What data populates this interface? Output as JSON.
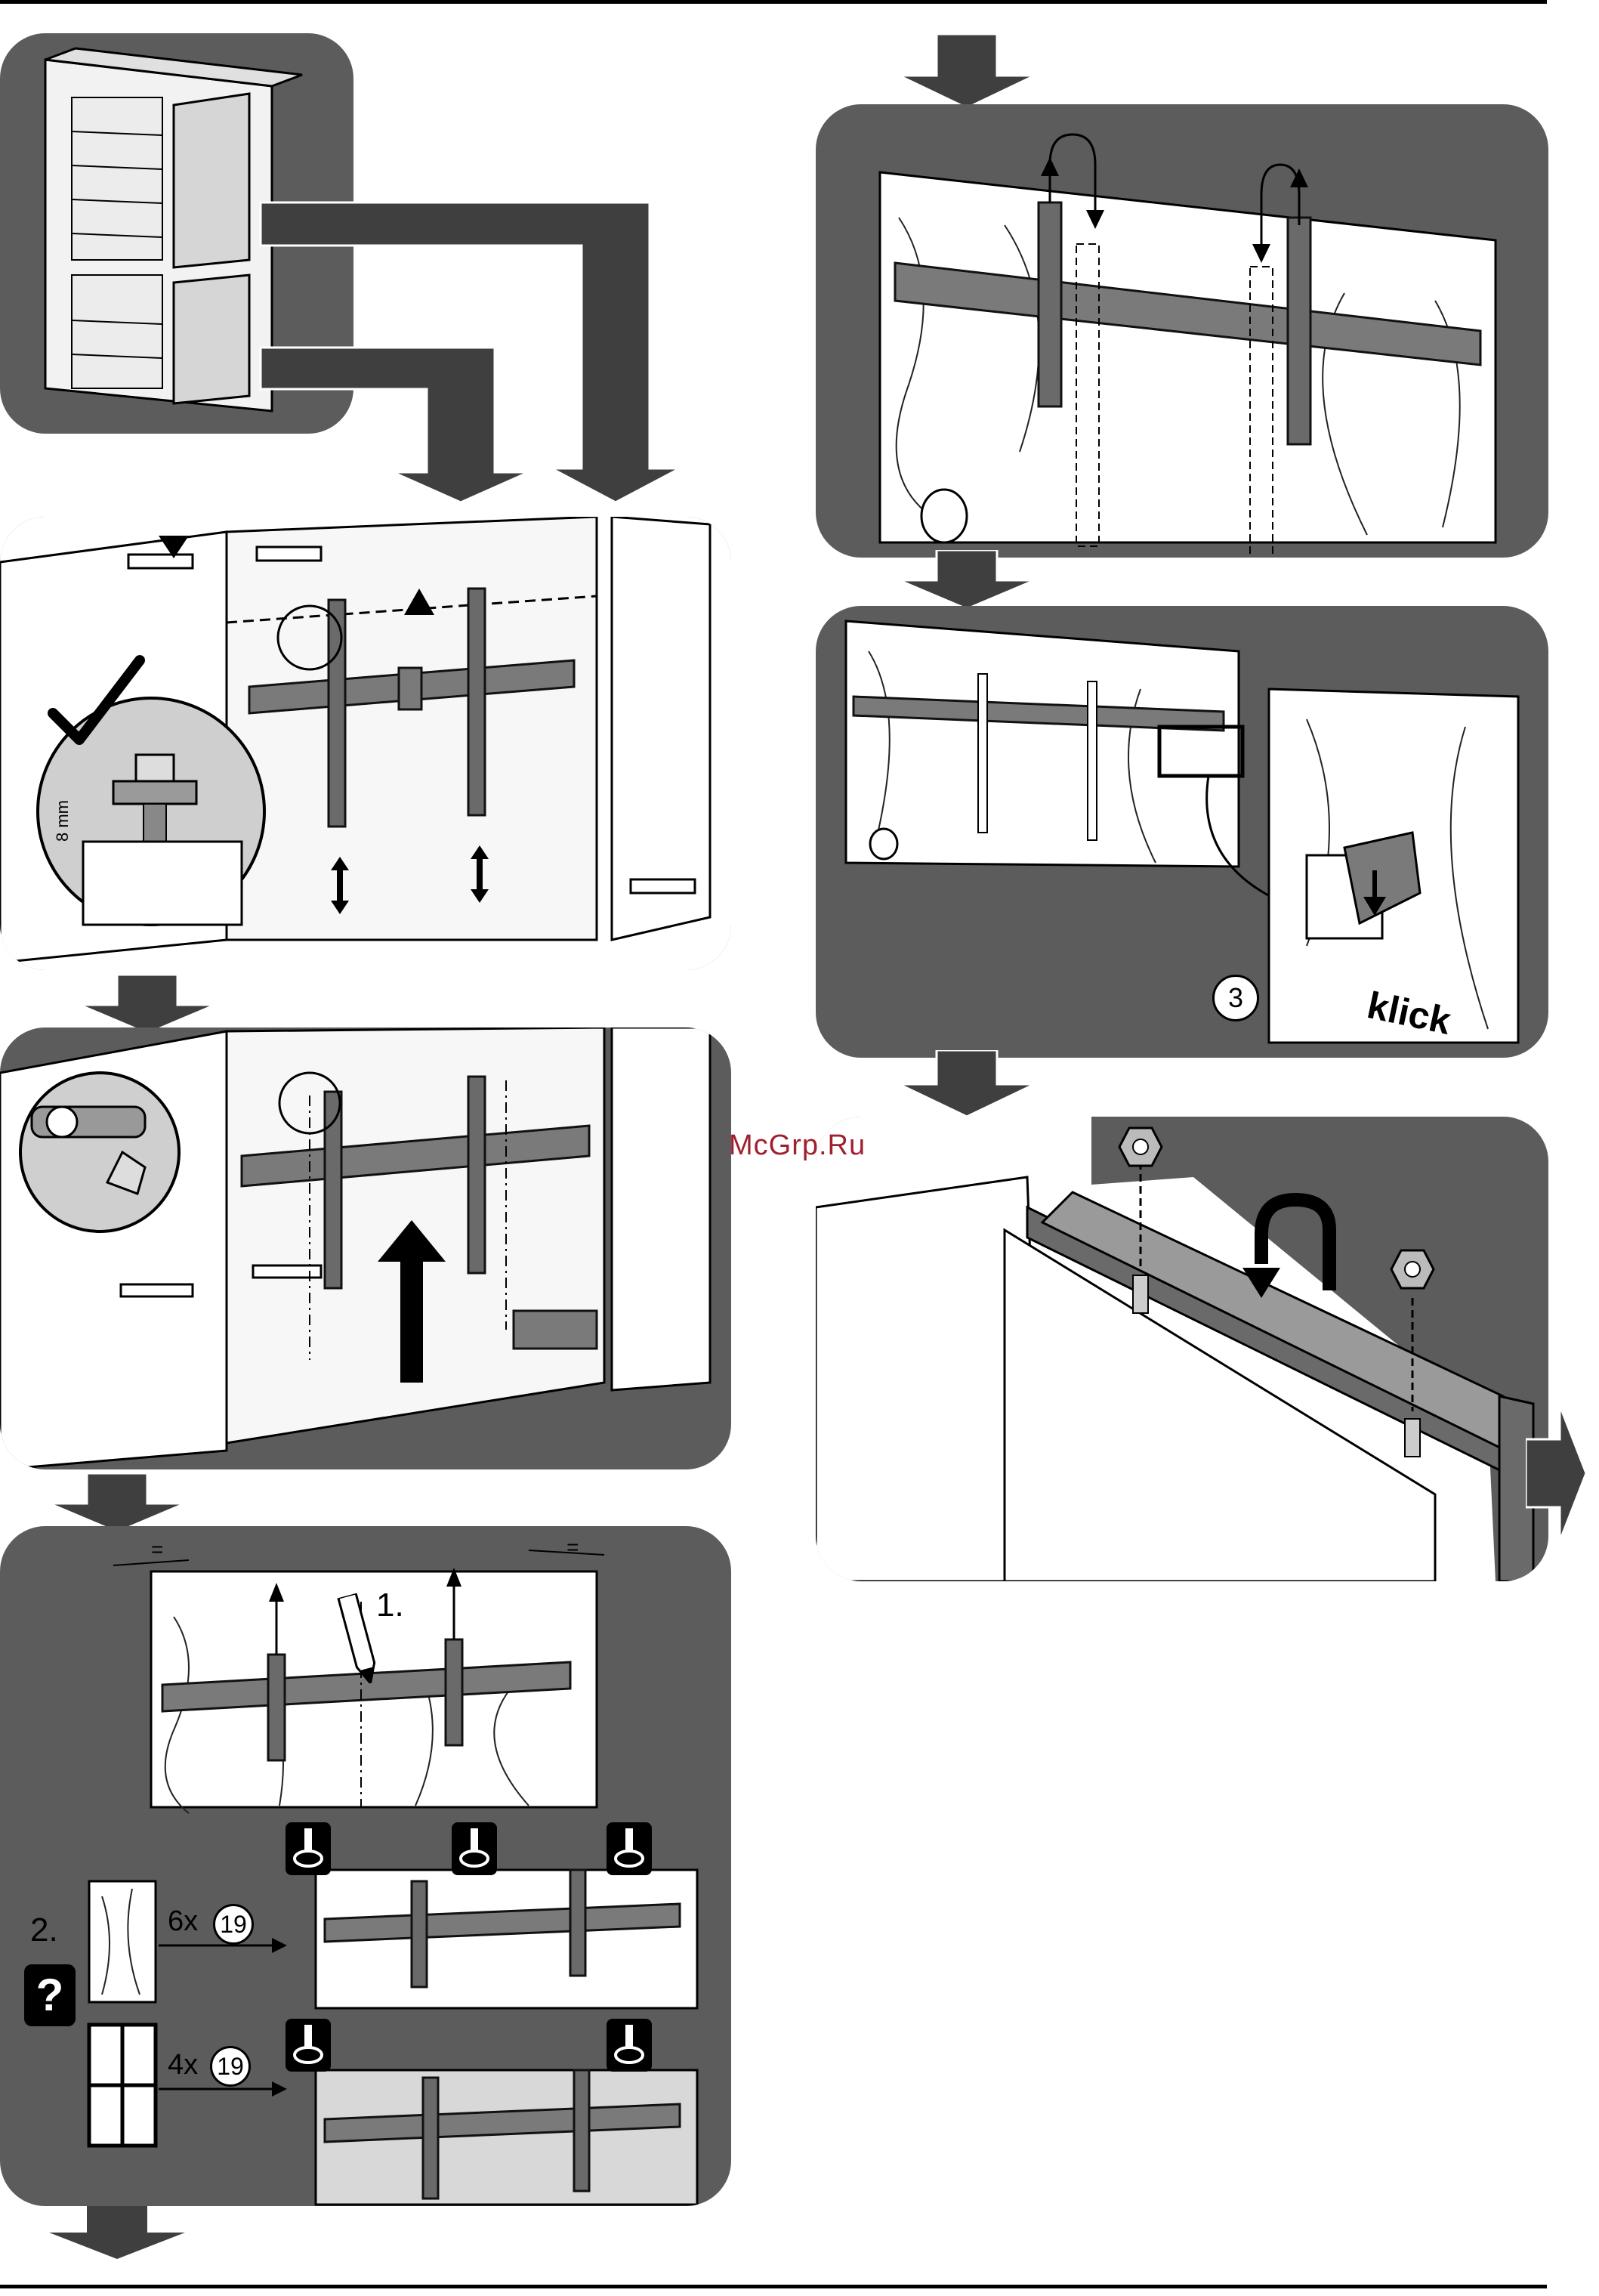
{
  "watermark": "McGrp.Ru",
  "labels": {
    "dimension": "8 mm",
    "step_one": "1.",
    "step_two": "2.",
    "count_six": "6x",
    "count_four": "4x",
    "part_number": "19",
    "question": "?",
    "step_three_badge": "3",
    "klick": "klick",
    "equal": "="
  },
  "colors": {
    "panel": "#5c5c5c",
    "arrow": "#3f3f3f",
    "part": "#7a7a7a"
  },
  "icons": [
    "tick-icon",
    "flow-arrow-down-icon",
    "flow-arrow-right-icon",
    "screwdriver-icon",
    "pencil-icon",
    "question-icon",
    "nut-icon",
    "wrench-icon"
  ]
}
